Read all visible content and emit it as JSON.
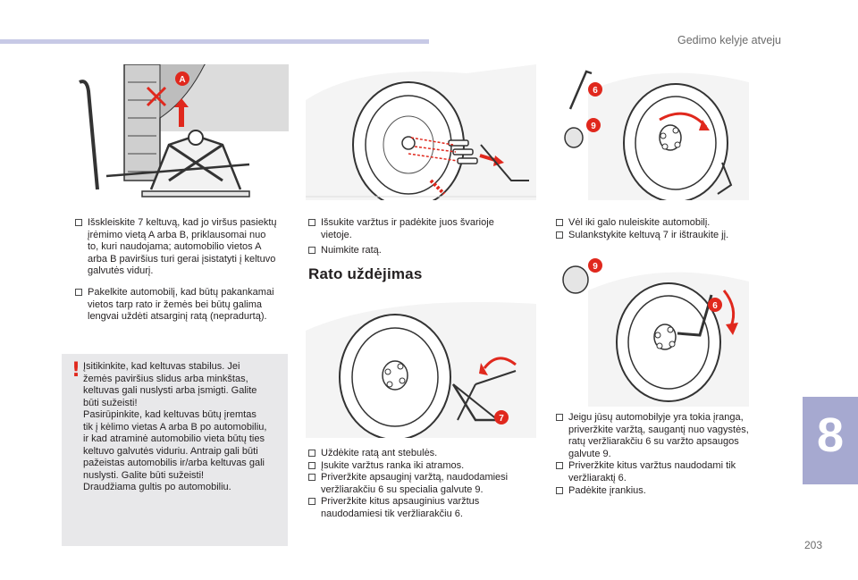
{
  "header": {
    "section_title": "Gedimo kelyje atveju"
  },
  "chapter_tab": "8",
  "page_number": "203",
  "figures": {
    "fig1": {
      "labels": [
        "A"
      ]
    },
    "fig3": {
      "labels": [
        "6",
        "9"
      ]
    },
    "fig5": {
      "labels": [
        "7"
      ]
    },
    "fig6": {
      "labels": [
        "9",
        "6"
      ]
    }
  },
  "col1": {
    "bullets": [
      {
        "icon": "check-box-icon",
        "text": "Išskleiskite 7 keltuvą, kad jo viršus pasiektų\nįrėmimo vietą A arba B, priklausomai nuo\nto, kuri naudojama; automobilio vietos A\narba B paviršius turi gerai įsistatyti į keltuvo\ngalvutės vidurį."
      },
      {
        "icon": "check-box-icon",
        "text": "Pakelkite automobilį, kad būtų pakankamai\nvietos tarp rato ir žemės bei būtų galima\nlengvai uždėti atsarginį ratą (nepradurtą)."
      }
    ],
    "warning": {
      "mark": "!",
      "text": "Įsitikinkite, kad keltuvas stabilus. Jei\nžemės paviršius slidus arba minkštas,\nkeltuvas gali nuslysti arba įsmigti. Galite\nbūti sužeisti!\nPasirūpinkite, kad keltuvas būtų įremtas\ntik į kėlimo vietas A arba B po automobiliu,\nir kad atraminė automobilio vieta būtų ties\nkeltuvo galvutės viduriu. Antraip gali būti\npažeistas automobilis ir/arba keltuvas gali\nnuslysti. Galite būti sužeisti!\nDraudžiama gultis po automobiliu."
    }
  },
  "col2": {
    "bullets_top": [
      {
        "icon": "check-box-icon",
        "text": "Išsukite varžtus ir padėkite juos švarioje\nvietoje."
      },
      {
        "icon": "check-box-icon",
        "text": "Nuimkite ratą."
      }
    ],
    "heading": "Rato uždėjimas",
    "bullets_bottom": [
      {
        "icon": "check-box-icon",
        "text": "Uždėkite ratą ant stebulės."
      },
      {
        "icon": "check-box-icon",
        "text": "Įsukite varžtus ranka iki atramos."
      },
      {
        "icon": "check-box-icon",
        "text": "Priveržkite apsauginį varžtą, naudodamiesi\nveržliarakčiu 6 su specialia galvute 9."
      },
      {
        "icon": "check-box-icon",
        "text": "Priveržkite kitus apsauginius varžtus\nnaudodamiesi tik veržliarakčiu 6."
      }
    ]
  },
  "col3": {
    "bullets_top": [
      {
        "icon": "check-box-icon",
        "text": "Vėl iki galo nuleiskite automobilį."
      },
      {
        "icon": "check-box-icon",
        "text": "Sulankstykite keltuvą 7 ir ištraukite jį."
      }
    ],
    "bullets_bottom": [
      {
        "icon": "check-box-icon",
        "text": "Jeigu jūsų automobilyje yra tokia įranga,\npriveržkite varžtą, saugantį nuo vagystės,\nratų veržliarakčiu 6 su varžto apsaugos\ngalvute 9."
      },
      {
        "icon": "check-box-icon",
        "text": "Priveržkite kitus varžtus naudodami tik\nveržliaraktį 6."
      },
      {
        "icon": "check-box-icon",
        "text": "Padėkite įrankius."
      }
    ]
  },
  "colors": {
    "accent_red": "#e0281d",
    "tab": "#a6a9d0",
    "bar": "#c7c9e6",
    "warning_bg": "#e8e8ea"
  }
}
